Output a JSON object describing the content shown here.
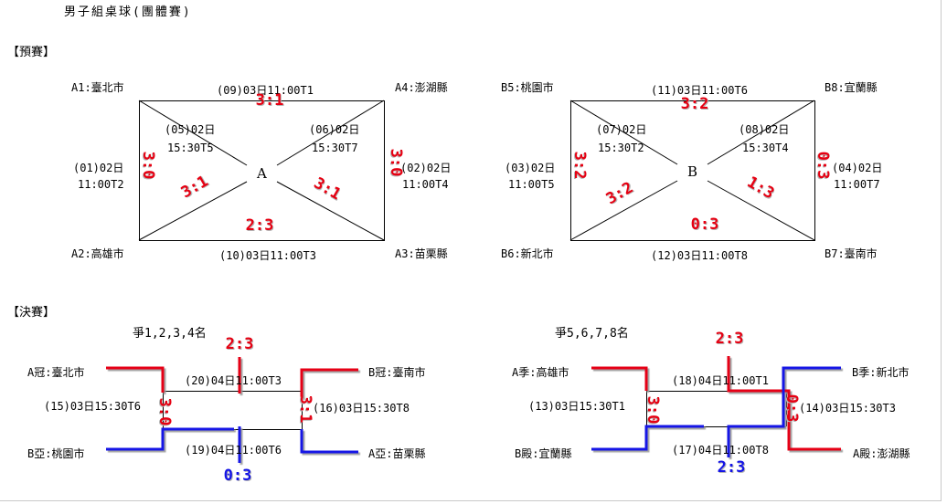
{
  "title": "男子組桌球(團體賽)",
  "colors": {
    "red_mark": "#e60012",
    "blue_mark": "#1414e6",
    "text": "#000000"
  },
  "preliminary": {
    "heading": "【預賽】",
    "group_a": {
      "center_label": "A",
      "teams": {
        "top_left": "A1:臺北市",
        "top_right": "A4:澎湖縣",
        "bottom_left": "A2:高雄市",
        "bottom_right": "A3:苗栗縣"
      },
      "top": {
        "label": "(09)03日11:00T1",
        "score": "3:1"
      },
      "bottom": {
        "label": "(10)03日11:00T3",
        "score": "2:3"
      },
      "left": {
        "label_date": "(01)02日",
        "label_time": "11:00T2",
        "score": "3:0"
      },
      "right": {
        "label_date": "(02)02日",
        "label_time": "11:00T4",
        "score": "3:0"
      },
      "diag_tl_br": {
        "label_date": "(05)02日",
        "label_time": "15:30T5",
        "score": "3:1"
      },
      "diag_tr_bl": {
        "label_date": "(06)02日",
        "label_time": "15:30T7",
        "score": "3:1"
      }
    },
    "group_b": {
      "center_label": "B",
      "teams": {
        "top_left": "B5:桃園市",
        "top_right": "B8:宜蘭縣",
        "bottom_left": "B6:新北市",
        "bottom_right": "B7:臺南市"
      },
      "top": {
        "label": "(11)03日11:00T6",
        "score": "3:2"
      },
      "bottom": {
        "label": "(12)03日11:00T8",
        "score": "0:3"
      },
      "left": {
        "label_date": "(03)02日",
        "label_time": "11:00T5",
        "score": "3:2"
      },
      "right": {
        "label_date": "(04)02日",
        "label_time": "11:00T7",
        "score": "0:3"
      },
      "diag_tl_br": {
        "label_date": "(07)02日",
        "label_time": "15:30T2",
        "score": "1:3"
      },
      "diag_tr_bl": {
        "label_date": "(08)02日",
        "label_time": "15:30T4",
        "score": "3:2"
      }
    }
  },
  "finals": {
    "heading": "【決賽】",
    "brackets": [
      {
        "title": "爭1,2,3,4名",
        "teams": {
          "upper_left": "A冠:臺北市",
          "lower_left": "B亞:桃園市",
          "upper_right": "B冠:臺南市",
          "lower_right": "A亞:苗栗縣"
        },
        "semi_left": {
          "label": "(15)03日15:30T6",
          "score": "3:0"
        },
        "semi_right": {
          "label": "(16)03日15:30T8",
          "score": "3:1"
        },
        "final_upper": {
          "label": "(20)04日11:00T3",
          "score": "2:3"
        },
        "final_lower": {
          "label": "(19)04日11:00T6",
          "score": "0:3"
        }
      },
      {
        "title": "爭5,6,7,8名",
        "teams": {
          "upper_left": "A季:高雄市",
          "lower_left": "B殿:宜蘭縣",
          "upper_right": "B季:新北市",
          "lower_right": "A殿:澎湖縣"
        },
        "semi_left": {
          "label": "(13)03日15:30T1",
          "score": "3:0"
        },
        "semi_right": {
          "label": "(14)03日15:30T3",
          "score": "0:3"
        },
        "final_upper": {
          "label": "(18)04日11:00T1",
          "score": "2:3"
        },
        "final_lower": {
          "label": "(17)04日11:00T8",
          "score": "2:3"
        }
      }
    ]
  }
}
